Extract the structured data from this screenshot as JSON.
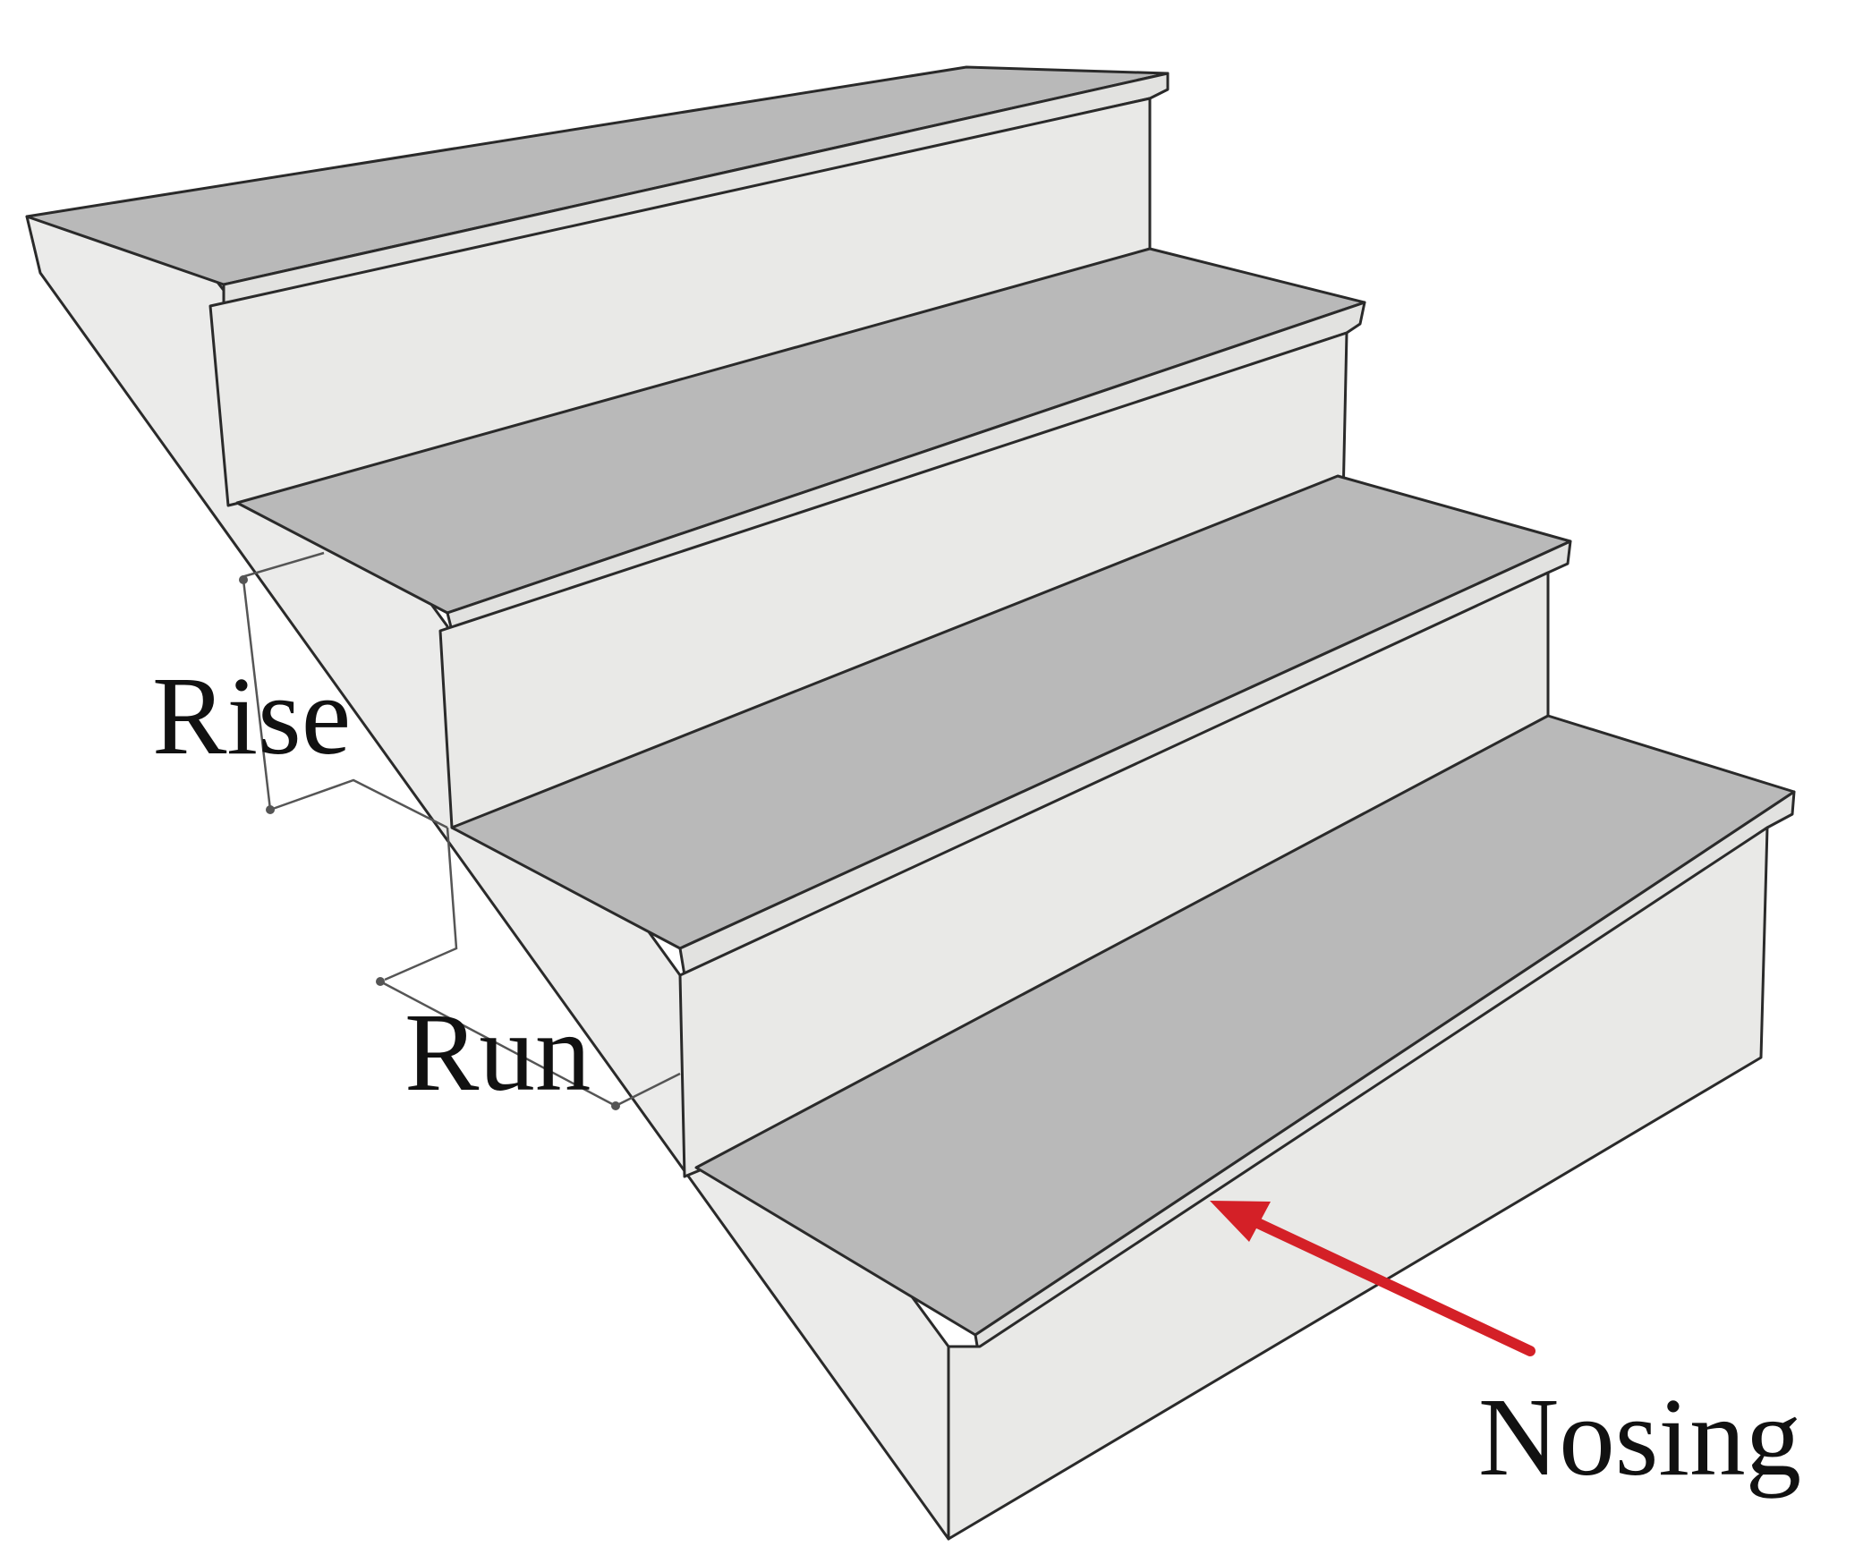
{
  "labels": {
    "rise": "Rise",
    "run": "Run",
    "nosing": "Nosing"
  },
  "colors": {
    "tread": "#b9b9b9",
    "riser": "#e9e9e7",
    "side": "#ebebea",
    "nosing_edge": "#e2e2e0",
    "outline": "#2a2a2a",
    "arrow": "#d42027",
    "dimension_line": "#555555",
    "text": "#111111",
    "background": "#ffffff"
  },
  "steps": [
    {
      "name": "top-step"
    },
    {
      "name": "third-step"
    },
    {
      "name": "second-step"
    },
    {
      "name": "bottom-step"
    }
  ]
}
